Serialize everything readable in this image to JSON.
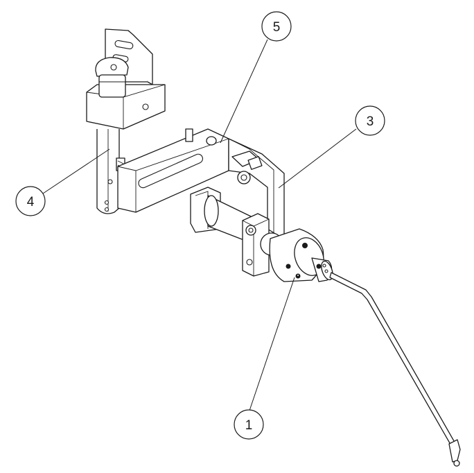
{
  "callouts": [
    {
      "id": "1",
      "label": "1"
    },
    {
      "id": "3",
      "label": "3"
    },
    {
      "id": "4",
      "label": "4"
    },
    {
      "id": "5",
      "label": "5"
    }
  ],
  "colors": {
    "ink": "#1a1a1a",
    "background": "#ffffff"
  }
}
